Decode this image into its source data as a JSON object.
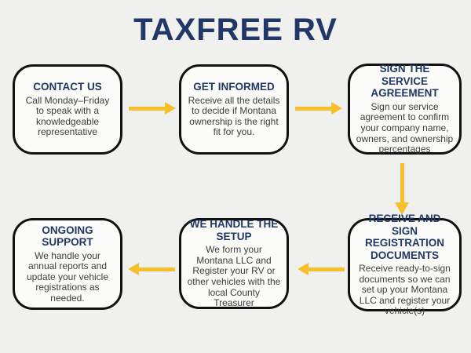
{
  "title": "TAXFREE RV",
  "colors": {
    "background": "#f0f0ee",
    "box_background": "#fbfbf9",
    "box_border": "#111111",
    "heading_navy": "#203767",
    "body_gray": "#3d3d3d",
    "arrow_gold": "#f7bf2b"
  },
  "steps": [
    {
      "title": "CONTACT US",
      "description": "Call Monday–Friday to speak with a knowledgeable representative"
    },
    {
      "title": "GET INFORMED",
      "description": "Receive all the details to decide if Montana ownership is the right fit for you."
    },
    {
      "title": "SIGN THE SERVICE AGREEMENT",
      "description": "Sign our service agreement to confirm your company name, owners, and ownership percentages"
    },
    {
      "title": "RECEIVE AND SIGN REGISTRATION DOCUMENTS",
      "description": "Receive ready-to-sign documents so we can set up your Montana LLC and register your vehicle(s)"
    },
    {
      "title": "WE HANDLE THE SETUP",
      "description": "We form your Montana LLC and Register your RV or other vehicles with the local County Treasurer"
    },
    {
      "title": "ONGOING SUPPORT",
      "description": "We handle your annual reports and update your vehicle registrations as needed."
    }
  ],
  "arrows": [
    {
      "direction": "right"
    },
    {
      "direction": "right"
    },
    {
      "direction": "down"
    },
    {
      "direction": "left"
    },
    {
      "direction": "left"
    }
  ]
}
